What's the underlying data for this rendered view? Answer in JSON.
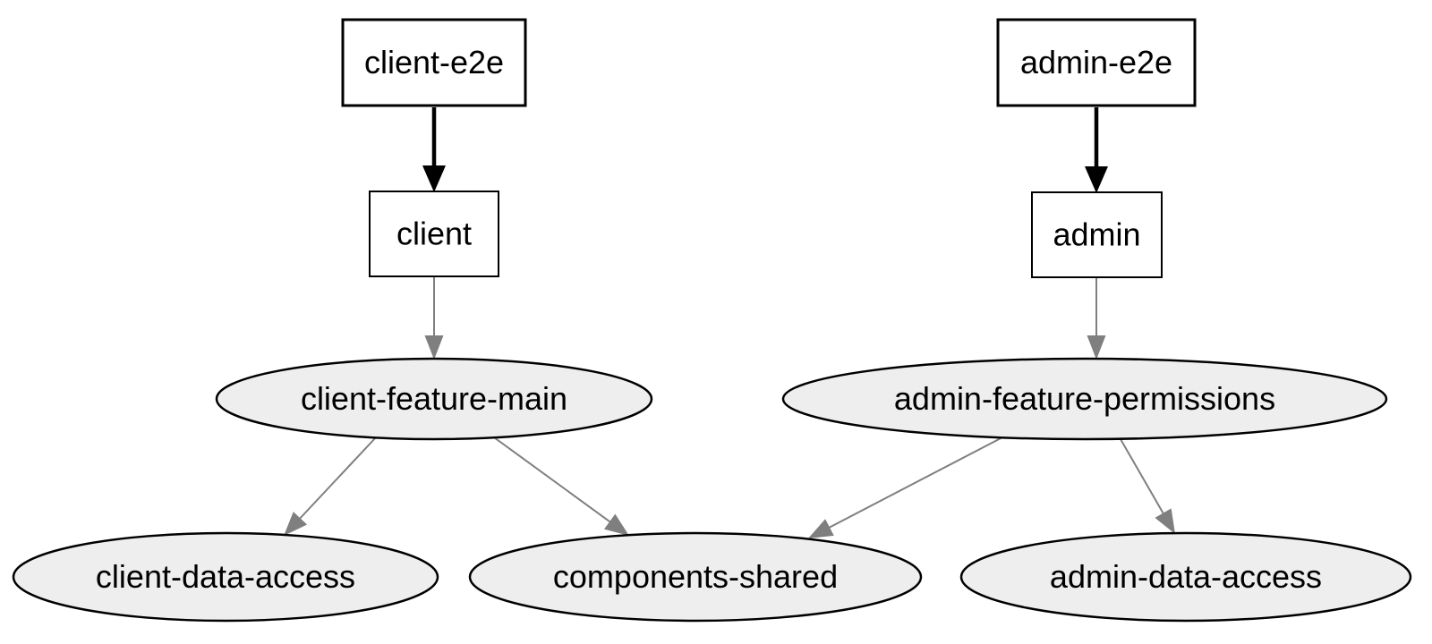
{
  "diagram": {
    "kind": "project-dependency-graph",
    "background_color": "#ffffff",
    "colors": {
      "app_node_fill": "#ffffff",
      "lib_node_fill": "#eeeeee",
      "node_stroke": "#000000",
      "text": "#000000",
      "implicit_edge": "#000000",
      "regular_edge": "#7f7f7f"
    },
    "nodes": [
      {
        "id": "client-e2e",
        "label": "client-e2e",
        "shape": "box",
        "kind": "app"
      },
      {
        "id": "client",
        "label": "client",
        "shape": "box",
        "kind": "app"
      },
      {
        "id": "admin-e2e",
        "label": "admin-e2e",
        "shape": "box",
        "kind": "app"
      },
      {
        "id": "admin",
        "label": "admin",
        "shape": "box",
        "kind": "app"
      },
      {
        "id": "client-feature-main",
        "label": "client-feature-main",
        "shape": "ellipse",
        "kind": "lib"
      },
      {
        "id": "admin-feature-permissions",
        "label": "admin-feature-permissions",
        "shape": "ellipse",
        "kind": "lib"
      },
      {
        "id": "client-data-access",
        "label": "client-data-access",
        "shape": "ellipse",
        "kind": "lib"
      },
      {
        "id": "components-shared",
        "label": "components-shared",
        "shape": "ellipse",
        "kind": "lib"
      },
      {
        "id": "admin-data-access",
        "label": "admin-data-access",
        "shape": "ellipse",
        "kind": "lib"
      }
    ],
    "edges": [
      {
        "from": "client-e2e",
        "to": "client",
        "style": "bold"
      },
      {
        "from": "admin-e2e",
        "to": "admin",
        "style": "bold"
      },
      {
        "from": "client",
        "to": "client-feature-main",
        "style": "regular"
      },
      {
        "from": "admin",
        "to": "admin-feature-permissions",
        "style": "regular"
      },
      {
        "from": "client-feature-main",
        "to": "client-data-access",
        "style": "regular"
      },
      {
        "from": "client-feature-main",
        "to": "components-shared",
        "style": "regular"
      },
      {
        "from": "admin-feature-permissions",
        "to": "components-shared",
        "style": "regular"
      },
      {
        "from": "admin-feature-permissions",
        "to": "admin-data-access",
        "style": "regular"
      }
    ]
  }
}
